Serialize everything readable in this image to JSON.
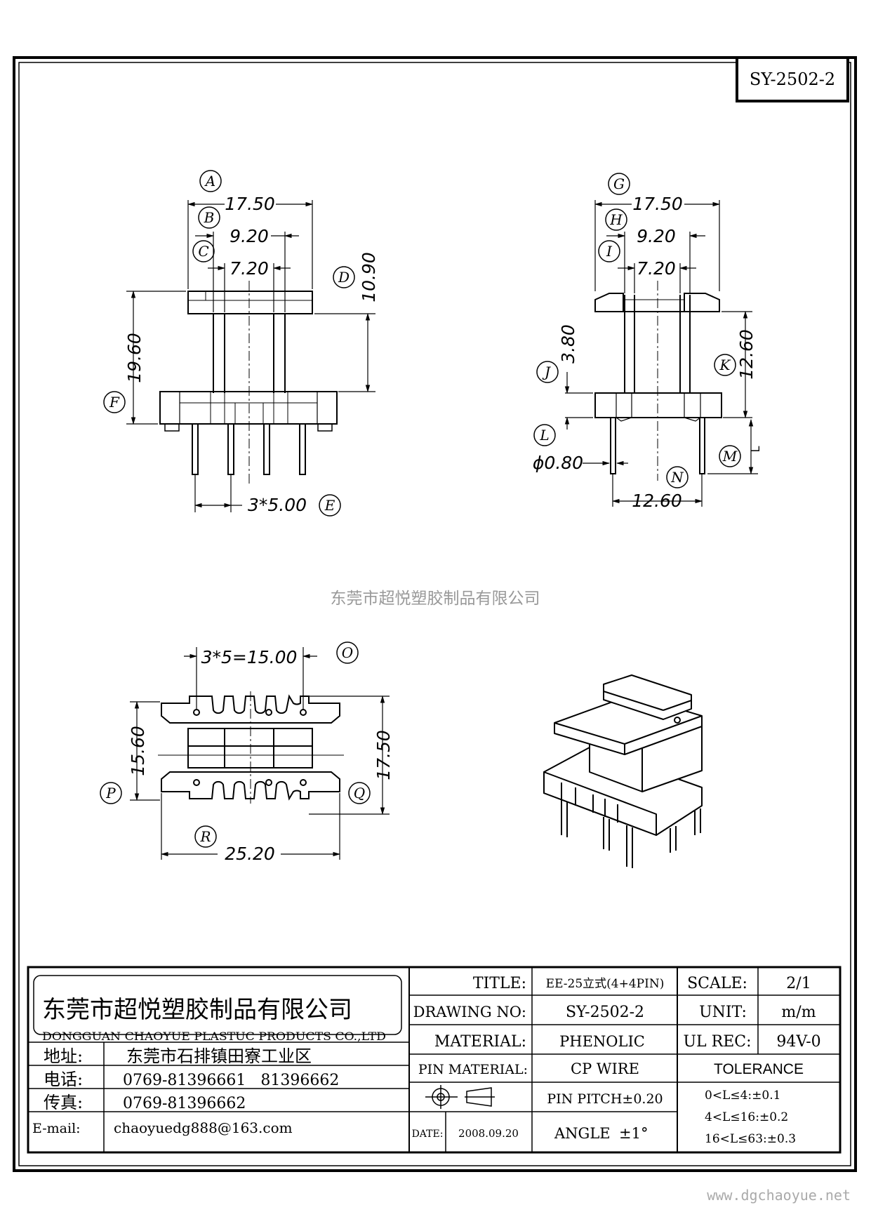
{
  "drawing_code": "SY-2502-2",
  "watermark_company": "东莞市超悦塑胶制品有限公司",
  "website": "www.dgchaoyue.net",
  "views": {
    "front": {
      "labels": [
        "A",
        "B",
        "C",
        "D",
        "E",
        "F"
      ],
      "dims": {
        "a": "17.50",
        "b": "9.20",
        "c": "7.20",
        "d": "10.90",
        "f": "19.60",
        "e": "3*5.00"
      }
    },
    "side": {
      "labels": [
        "G",
        "H",
        "I",
        "J",
        "K",
        "L",
        "M",
        "N"
      ],
      "dims": {
        "g": "17.50",
        "h": "9.20",
        "i": "7.20",
        "j": "3.80",
        "k": "12.60",
        "l": "ϕ0.80",
        "m": "L",
        "n": "12.60"
      }
    },
    "bottom": {
      "labels": [
        "O",
        "P",
        "Q",
        "R"
      ],
      "dims": {
        "o": "3*5=15.00",
        "p": "15.60",
        "q": "17.50",
        "r": "25.20"
      }
    }
  },
  "title_block": {
    "company_cn": "东莞市超悦塑胶制品有限公司",
    "company_en": "DONGGUAN CHAOYUE PLASTUC PRODUCTS CO.,LTD",
    "address_label": "地址:",
    "address": "东莞市石排镇田寮工业区",
    "phone_label": "电话:",
    "phone": "0769-81396661   81396662",
    "fax_label": "传真:",
    "fax": "0769-81396662",
    "email_label": "E-mail:",
    "email": "chaoyuedg888@163.com",
    "title_label": "TITLE:",
    "title": "EE-25立式(4+4PIN)",
    "drawing_no_label": "DRAWING NO:",
    "drawing_no": "SY-2502-2",
    "material_label": "MATERIAL:",
    "material": "PHENOLIC",
    "pin_material_label": "PIN MATERIAL:",
    "pin_material": "CP WIRE",
    "pin_pitch": "PIN PITCH±0.20",
    "date_label": "DATE:",
    "date": "2008.09.20",
    "angle_label": "ANGLE",
    "angle": "±1°",
    "scale_label": "SCALE:",
    "scale": "2/1",
    "unit_label": "UNIT:",
    "unit": "m/m",
    "ul_label": "UL REC:",
    "ul": "94V-0",
    "tolerance_label": "TOLERANCE",
    "tol1": "0<L≤4:±0.1",
    "tol2": "4<L≤16:±0.2",
    "tol3": "16<L≤63:±0.3"
  }
}
